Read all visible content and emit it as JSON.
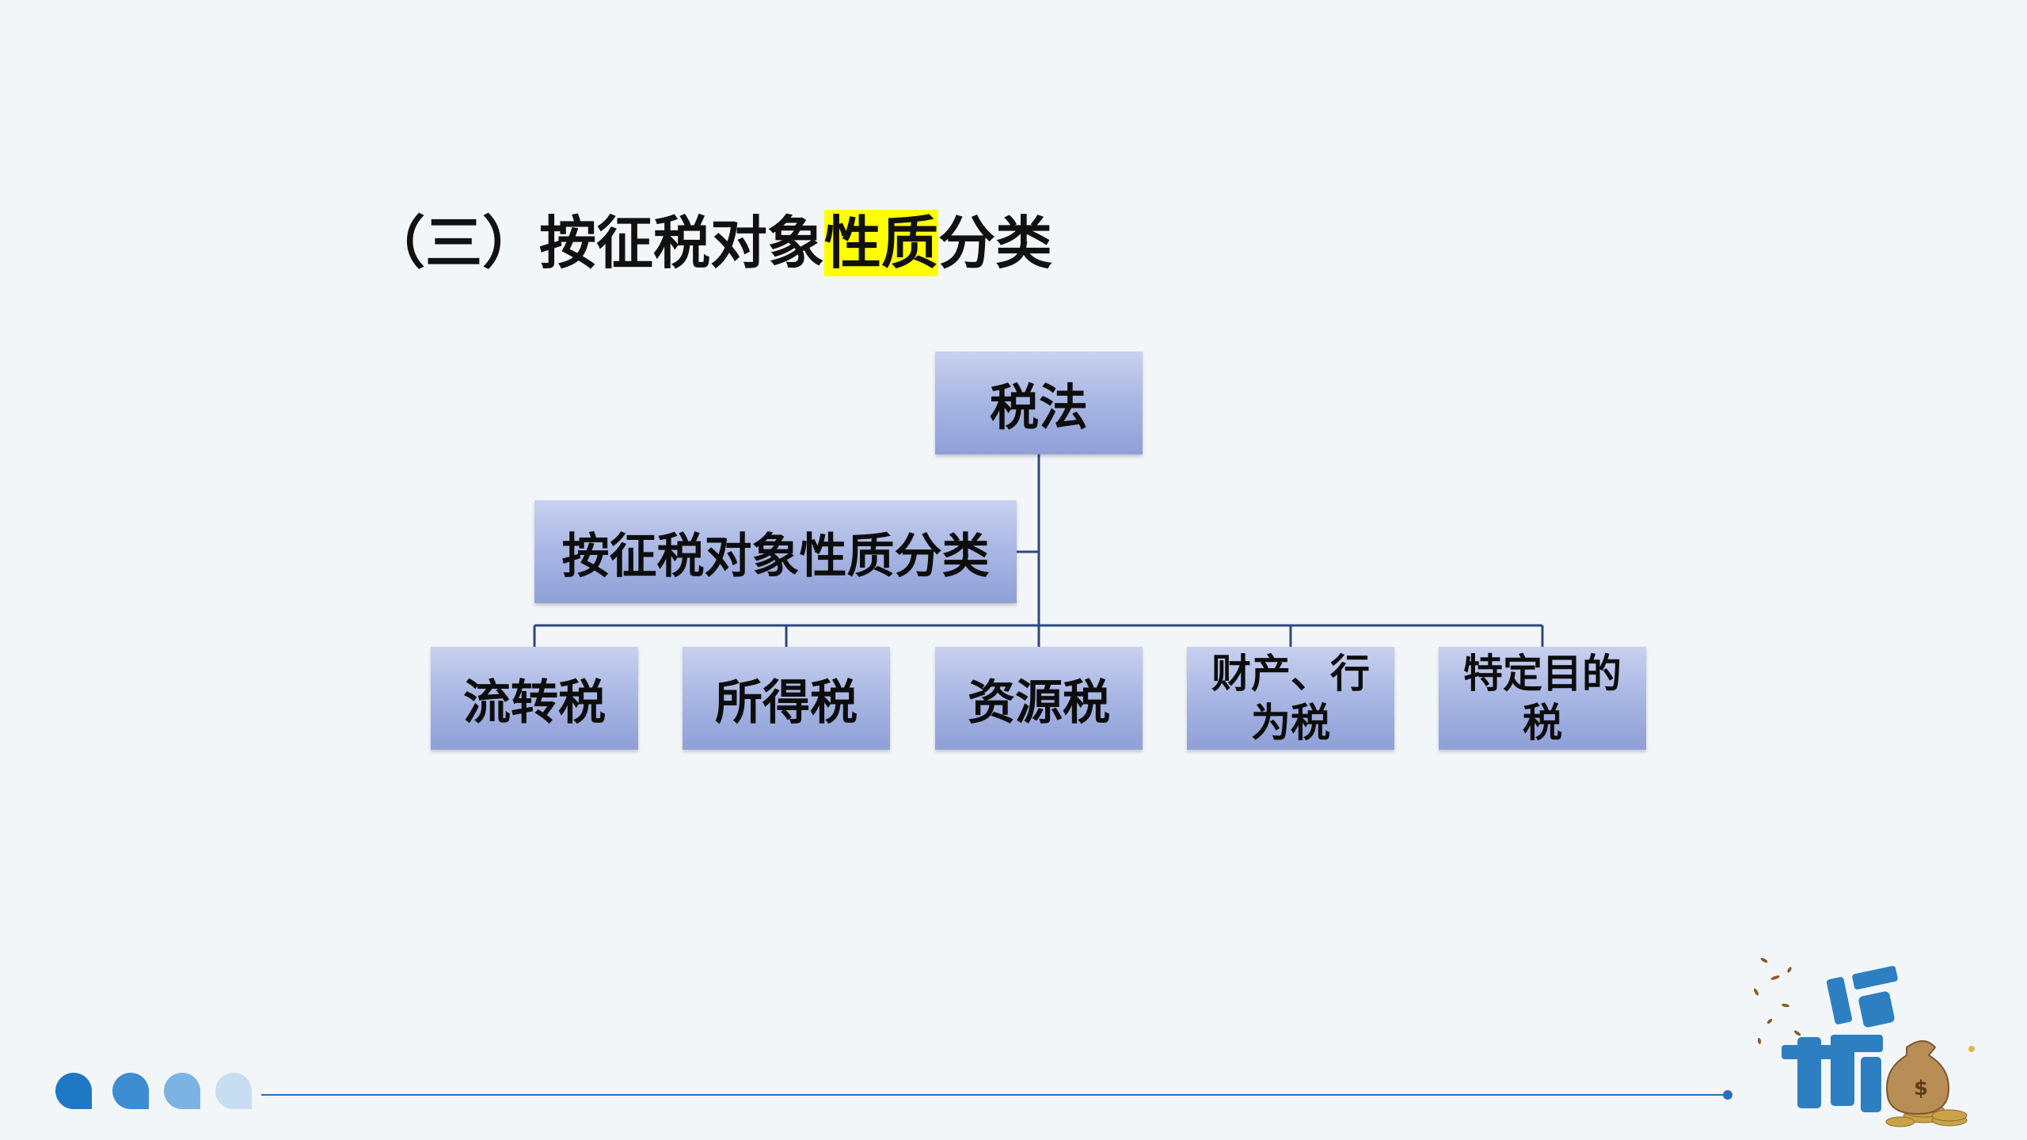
{
  "slide": {
    "title_prefix": "（三）按征税对象",
    "title_highlight": "性质",
    "title_suffix": "分类"
  },
  "org_chart": {
    "root": "税法",
    "assistant": "按征税对象性质分类",
    "children": [
      "流转税",
      "所得税",
      "资源税",
      "财产、行为税",
      "特定目的税"
    ]
  },
  "colors": {
    "box_fill_top": "#c9d1ef",
    "box_fill_bottom": "#8fa0d8",
    "connector": "#2e4780",
    "highlight": "#ffff00",
    "accent_blue": "#1f78c4"
  }
}
